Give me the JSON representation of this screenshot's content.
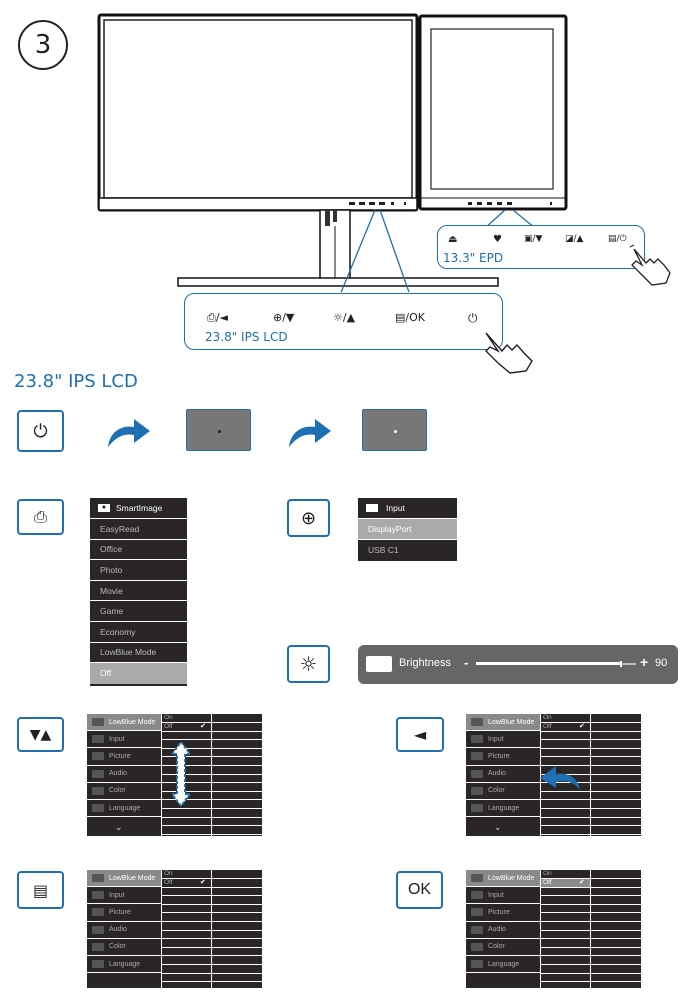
{
  "step_number": "3",
  "epd_panel": {
    "icons": [
      "eject-icon",
      "bulb-icon",
      "image-down-icon",
      "contrast-up-icon",
      "menu-power-icon"
    ],
    "labels": [
      "",
      "",
      "/▼",
      "/▲",
      "/⏻"
    ],
    "caption": "13.3\" EPD"
  },
  "lcd_panel": {
    "labels": [
      "/◄",
      "/▼",
      "/▲",
      "/OK",
      ""
    ],
    "caption": "23.8\" IPS LCD"
  },
  "section_title": "23.8\" IPS LCD",
  "smartimage_menu": {
    "header": "SmartImage",
    "items": [
      "EasyRead",
      "Office",
      "Photo",
      "Movie",
      "Game",
      "Economy",
      "LowBlue Mode",
      "Off"
    ],
    "selected": "Off"
  },
  "input_menu": {
    "header": "Input",
    "items": [
      "DisplayPort",
      "USB C1"
    ],
    "selected": "DisplayPort"
  },
  "brightness": {
    "label": "Brightness",
    "minus": "-",
    "plus": "+",
    "value": "90",
    "level": 0.9
  },
  "osd_menu": {
    "items": [
      "LowBlue Mode",
      "Input",
      "Picture",
      "Audio",
      "Color",
      "Language"
    ],
    "sub_on": "On",
    "sub_off": "Off",
    "more": "⌄"
  },
  "key_labels": {
    "down_up": "▼▲",
    "left": "◄",
    "ok": "OK"
  }
}
